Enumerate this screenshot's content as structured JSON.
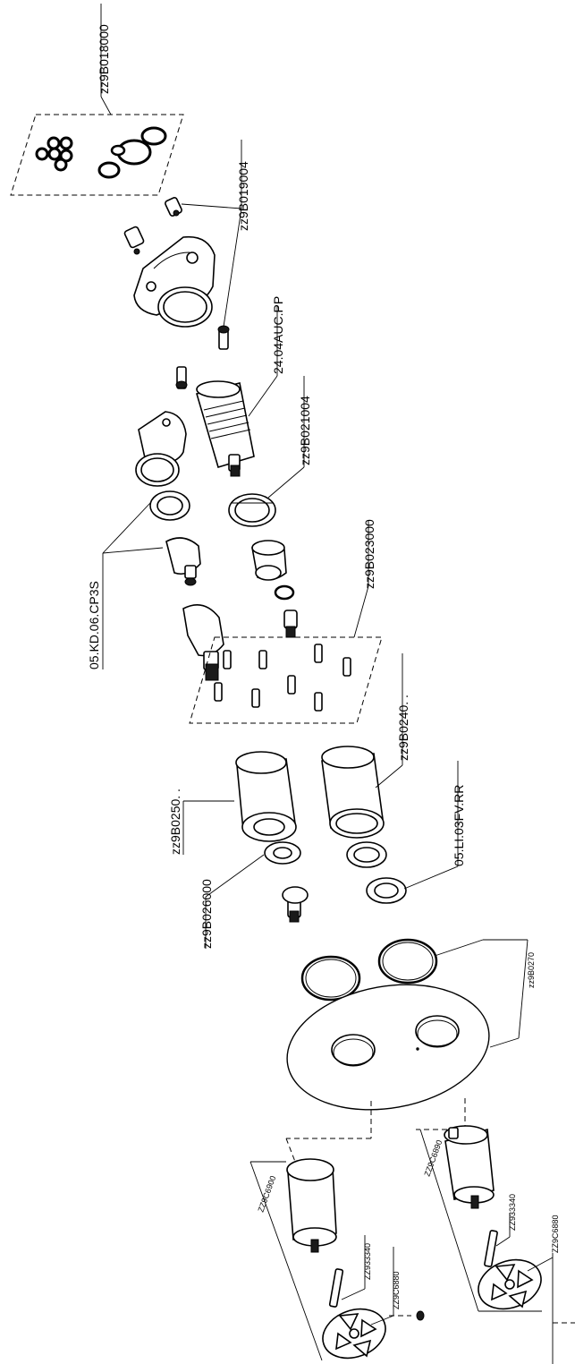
{
  "labels": {
    "zz9B018000": "zz9B018000",
    "zz9B019004": "zz9B019004",
    "p24_04AUC_PP": "24.04AUC.PP",
    "zz9B021004": "zz9B021004",
    "p05_KD_06_CP3S": "05.KD.06.CP3S",
    "zz9B023000": "zz9B023000",
    "zz9B0240": "zz9B0240. .",
    "zz9B0250": "zz9B0250. .",
    "p05_LI_03FV_RR": "05.LI.03FV.RR",
    "zz9B026000": "zz9B026000",
    "zz9B0270": "zz9B0270",
    "ZZ9C6900": "ZZ9C6900",
    "ZZ933340_a": "ZZ933340",
    "ZZ9C6880_a": "ZZ9C6880",
    "ZZ9C6890": "ZZ9C6890",
    "ZZ933340_b": "ZZ933340",
    "ZZ9C6880_b": "ZZ9C6880"
  }
}
